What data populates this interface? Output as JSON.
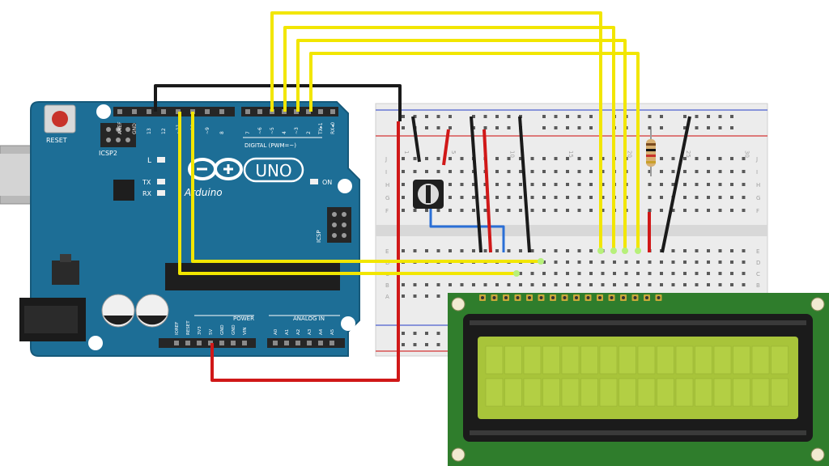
{
  "arduino": {
    "brand": "Arduino",
    "model": "UNO",
    "reset_label": "RESET",
    "icsp2_label": "ICSP2",
    "icsp_label": "ICSP",
    "led_l": "L",
    "led_tx": "TX",
    "led_rx": "RX",
    "on_label": "ON",
    "digital_label": "DIGITAL (PWM=~)",
    "power_label": "POWER",
    "analog_label": "ANALOG IN",
    "digital_pins_right": [
      "7",
      "~6",
      "~5",
      "4",
      "~3",
      "2",
      "TX▸1",
      "RX◂0"
    ],
    "digital_pins_left": [
      "AREF",
      "GND",
      "13",
      "12",
      "~11",
      "~10",
      "~9",
      "8"
    ],
    "power_pins": [
      "IOREF",
      "RESET",
      "3V3",
      "5V",
      "GND",
      "GND",
      "VIN"
    ],
    "analog_pins": [
      "A0",
      "A1",
      "A2",
      "A3",
      "A4",
      "A5"
    ]
  },
  "breadboard": {
    "row_letters_top": [
      "J",
      "I",
      "H",
      "G",
      "F"
    ],
    "row_letters_bottom": [
      "E",
      "D",
      "C",
      "B",
      "A"
    ],
    "column_numbers": [
      "1",
      "5",
      "10",
      "15",
      "20",
      "25",
      "30"
    ]
  },
  "wires": {
    "signal_color": "#f2e600",
    "power_color": "#d01818",
    "ground_color": "#1a1a1a",
    "pot_wire_color": "#2a6fd6"
  },
  "colors": {
    "board": "#1d6e96",
    "board_edge": "#16597a",
    "lcd_pcb": "#2f7d2c",
    "lcd_screen": "#a8c43a",
    "lcd_frame": "#1b1b1b"
  }
}
